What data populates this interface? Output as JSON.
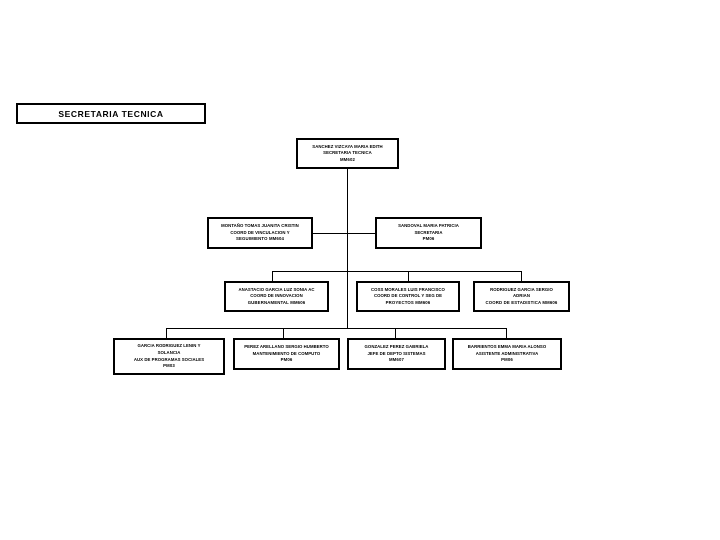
{
  "chart_title": "SECRETARIA TECNICA",
  "title_box": {
    "label": "SECRETARIA TECNICA"
  },
  "nodes": {
    "root": {
      "name": "SANCHEZ VIZCAYA MARIA EDITH",
      "position": "SECRETARIA TECNICA",
      "grade": "MM602"
    },
    "vinculacion": {
      "name": "MONTAÑO TOMAS JUANITA CRISTIN",
      "position": "COORD DE VINCULACION Y",
      "position2": "SEGUIMIENTO MM604",
      "grade": ""
    },
    "secretaria": {
      "name": "SANDOVAL MARIA PATRICIA",
      "position": "SECRETARIA",
      "grade": "PM06"
    },
    "innovacion": {
      "name": "ANASTACIO GARCIA LUZ SONIA AC",
      "position": "COORD DE INNOVACION",
      "position2": "GUBERNAMENTAL MM606",
      "grade": ""
    },
    "proyectos": {
      "name": "COSS MORALES LUIS FRANCISCO",
      "position": "COORD DE CONTROL Y SEG DE",
      "position2": "PROYECTOS MM606",
      "grade": ""
    },
    "estadistica": {
      "name": "RODRIGUEZ GARCIA SERGIO",
      "position": "ADRIAN",
      "position2": "COORD DE ESTADISTICA MM606",
      "grade": ""
    },
    "programas_sociales": {
      "name": "GARCIA RODRIGUEZ LENIN Y",
      "position": "SOLANCIA",
      "position2": "AUX DE PROGRAMAS SOCIALES",
      "grade": "PM03"
    },
    "computo": {
      "name": "PEREZ ARELLANO SERGIO HUMBERTO",
      "position": "MANTENIMIENTO DE COMPUTO",
      "position2": "PM06",
      "grade": ""
    },
    "sistemas": {
      "name": "GONZALEZ PEREZ GABRIELA",
      "position": "JEFE DE DEPTO SISTEMAS",
      "position2": "MM607",
      "grade": ""
    },
    "asistente": {
      "name": "BARRIENTOS EMMA MARIA ALONSO",
      "position": "ASISTENTE ADMINISTRATIVA",
      "position2": "PM06",
      "grade": ""
    }
  },
  "colors": {
    "border": "#000000",
    "background": "#ffffff",
    "text": "#000000"
  }
}
